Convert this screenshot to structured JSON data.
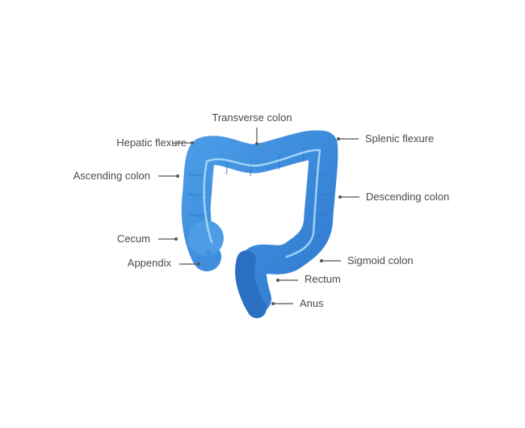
{
  "labels": {
    "transverse": "Transverse colon",
    "hepatic": "Hepatic flexure",
    "splenic": "Splenic flexure",
    "ascending": "Ascending colon",
    "descending": "Descending colon",
    "cecum": "Cecum",
    "appendix": "Appendix",
    "sigmoid": "Sigmoid colon",
    "rectum": "Rectum",
    "anus": "Anus"
  },
  "colors": {
    "colon": "#3f8fdc",
    "colon_dark": "#2a6cc0",
    "colon_light": "#8cc8f4",
    "text": "#4a4a4a"
  }
}
